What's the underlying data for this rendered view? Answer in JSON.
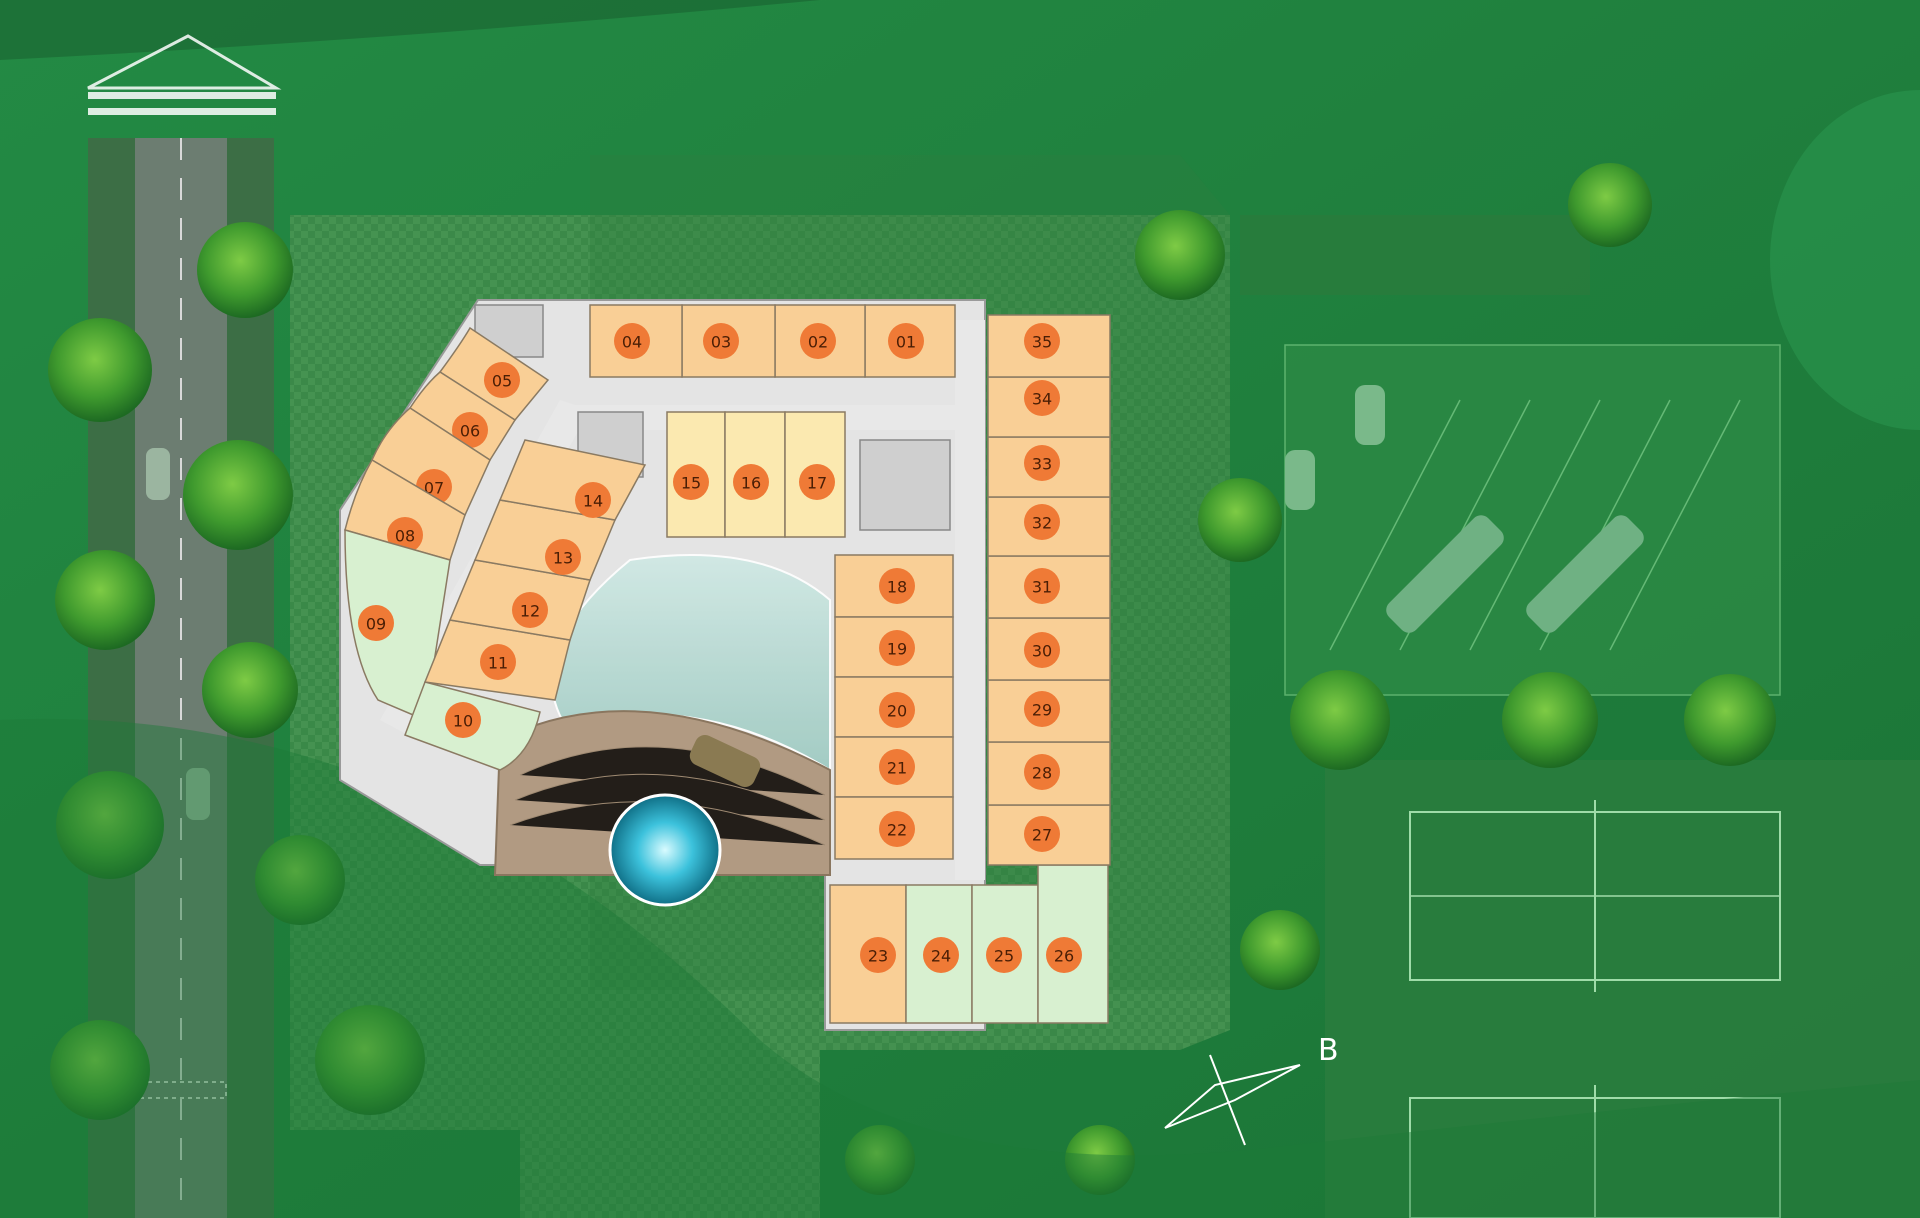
{
  "compass": {
    "label": "B"
  },
  "colors": {
    "background": "#1f7d3c",
    "unit_fill": "#f9cf96",
    "unit_fill_light": "#fbe9b0",
    "unit_fill_green": "#d8f0d0",
    "marker": "#ef7a36",
    "corridor": "#e8e8e8"
  },
  "units": [
    "01",
    "02",
    "03",
    "04",
    "05",
    "06",
    "07",
    "08",
    "09",
    "10",
    "11",
    "12",
    "13",
    "14",
    "15",
    "16",
    "17",
    "18",
    "19",
    "20",
    "21",
    "22",
    "23",
    "24",
    "25",
    "26",
    "27",
    "28",
    "29",
    "30",
    "31",
    "32",
    "33",
    "34",
    "35"
  ]
}
